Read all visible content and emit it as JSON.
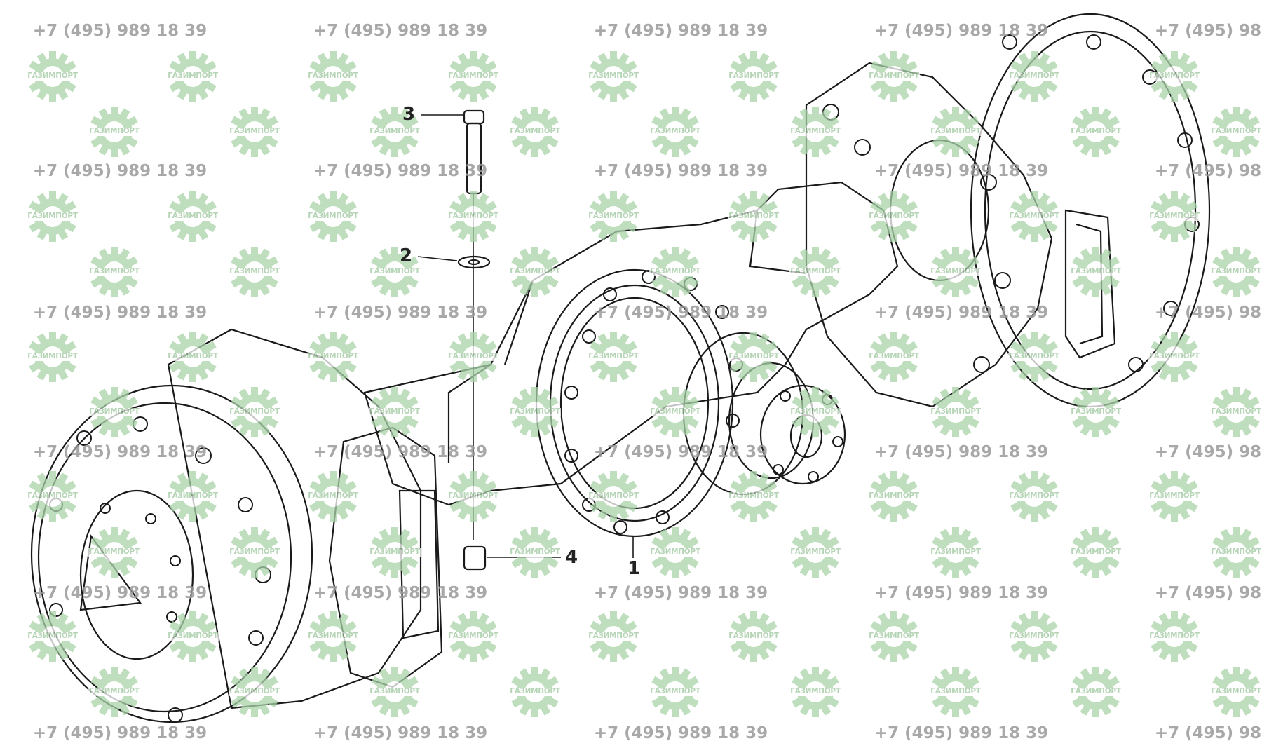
{
  "watermark": {
    "phone": "+7 (495) 989 18 39",
    "logo_text": "ГАЗИМПОРТ",
    "logo_color": "#a9d3a9"
  },
  "callouts": [
    {
      "id": "1",
      "label": "1"
    },
    {
      "id": "2",
      "label": "2"
    },
    {
      "id": "3",
      "label": "3"
    },
    {
      "id": "4",
      "label": "4"
    }
  ],
  "colors": {
    "line": "#1a1a1a",
    "background": "#ffffff"
  }
}
